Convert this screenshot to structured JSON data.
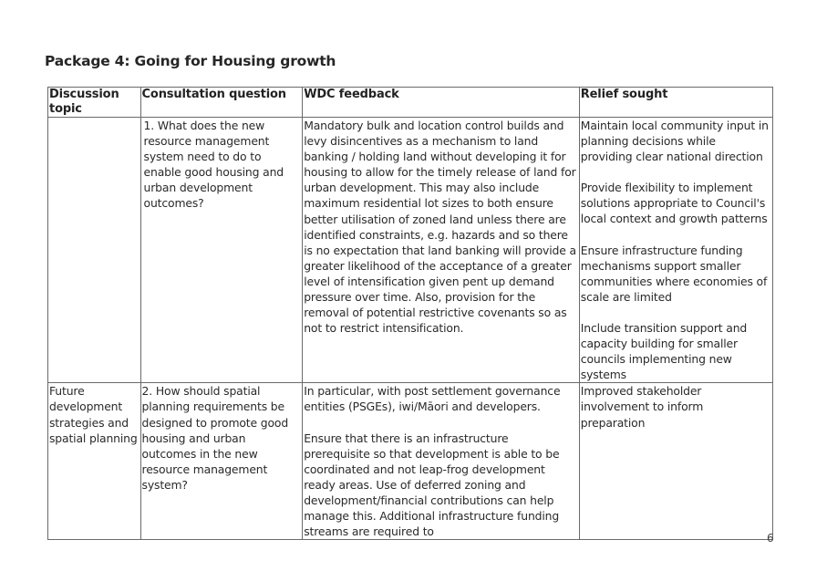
{
  "page": {
    "title": "Package 4: Going for Housing growth",
    "page_number": "6"
  },
  "table": {
    "headers": [
      "Discussion topic",
      "Consultation question",
      "WDC feedback",
      "Relief sought"
    ],
    "rows": [
      {
        "topic": "",
        "question": "1. What does the new resource management system need to do to enable good housing and urban development outcomes?",
        "feedback": [
          "Mandatory bulk and location control builds and levy disincentives as a mechanism to land banking / holding land without developing it for housing to allow for the timely release of land for urban development. This may also include maximum residential lot sizes to both ensure better utilisation of zoned land unless there are identified constraints, e.g. hazards and so there is no expectation that land banking will provide a greater likelihood of the acceptance of a greater level of intensification given pent up demand pressure over time. Also, provision for the removal of potential restrictive covenants so as not to restrict intensification."
        ],
        "relief": [
          "Maintain local community input in planning decisions while providing clear national direction",
          "Provide flexibility to implement solutions appropriate to Council's local context and growth patterns",
          "Ensure infrastructure funding mechanisms support smaller communities where economies of scale are limited",
          "Include transition support and capacity building for smaller councils implementing new systems"
        ]
      },
      {
        "topic": "Future development strategies and spatial planning",
        "question": "2. How should spatial planning requirements be designed to promote good housing and urban outcomes in the new resource management system?",
        "feedback": [
          "In particular, with post settlement governance entities (PSGEs), iwi/Māori and developers.",
          "Ensure that there is an infrastructure prerequisite so that development is able to be coordinated and not leap-frog development ready areas. Use of deferred zoning and development/financial contributions can help manage this. Additional infrastructure funding streams are required to"
        ],
        "relief": [
          "Improved stakeholder involvement to inform preparation"
        ]
      }
    ]
  }
}
